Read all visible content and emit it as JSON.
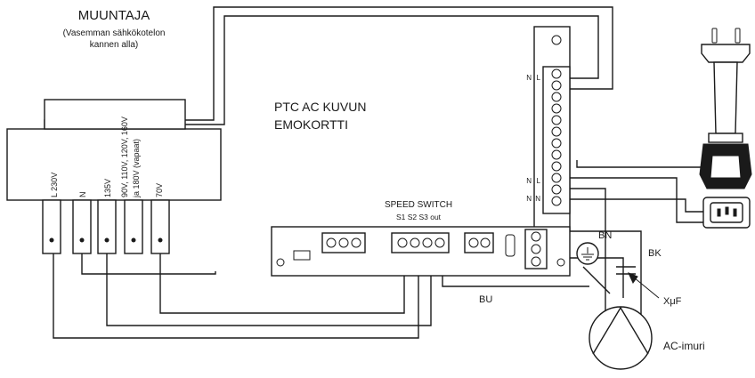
{
  "transformer": {
    "title": "MUUNTAJA",
    "note_line1": "(Vasemman sähkökotelon",
    "note_line2": "kannen alla)",
    "taps": [
      "L 230V",
      "N",
      "135V",
      "90V, 110V, 120V, 160V",
      "ja 180V (vapaat)",
      "70V"
    ]
  },
  "board": {
    "title_line1": "PTC AC KUVUN",
    "title_line2": "EMOKORTTI",
    "strip_labels": [
      "N",
      "L",
      "N",
      "L",
      "N",
      "N"
    ]
  },
  "speed_switch": {
    "title": "SPEED SWITCH",
    "pins": "S1 S2 S3 out"
  },
  "wires": {
    "brown": "BN",
    "black": "BK",
    "blue": "BU"
  },
  "capacitor": {
    "label": "XμF"
  },
  "motor": {
    "label": "AC-imuri"
  }
}
